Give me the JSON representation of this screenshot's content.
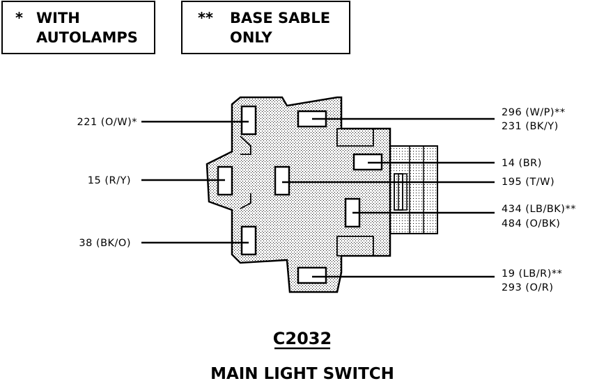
{
  "legend": {
    "autolamps": {
      "mark": "*",
      "line1": "WITH",
      "line2": "AUTOLAMPS"
    },
    "base_sable": {
      "mark": "**",
      "line1": "BASE SABLE",
      "line2": "ONLY"
    }
  },
  "wires": {
    "left": [
      {
        "label": "221 (O/W)*"
      },
      {
        "label": "15 (R/Y)"
      },
      {
        "label": "38 (BK/O)"
      }
    ],
    "right": [
      {
        "line1": "296 (W/P)**",
        "line2": "231 (BK/Y)"
      },
      {
        "line1": "14 (BR)"
      },
      {
        "line1": "195 (T/W)"
      },
      {
        "line1": "434 (LB/BK)**",
        "line2": "484 (O/BK)"
      },
      {
        "line1": "19 (LB/R)**",
        "line2": "293 (O/R)"
      }
    ]
  },
  "connector": {
    "id": "C2032",
    "name": "MAIN LIGHT SWITCH"
  }
}
